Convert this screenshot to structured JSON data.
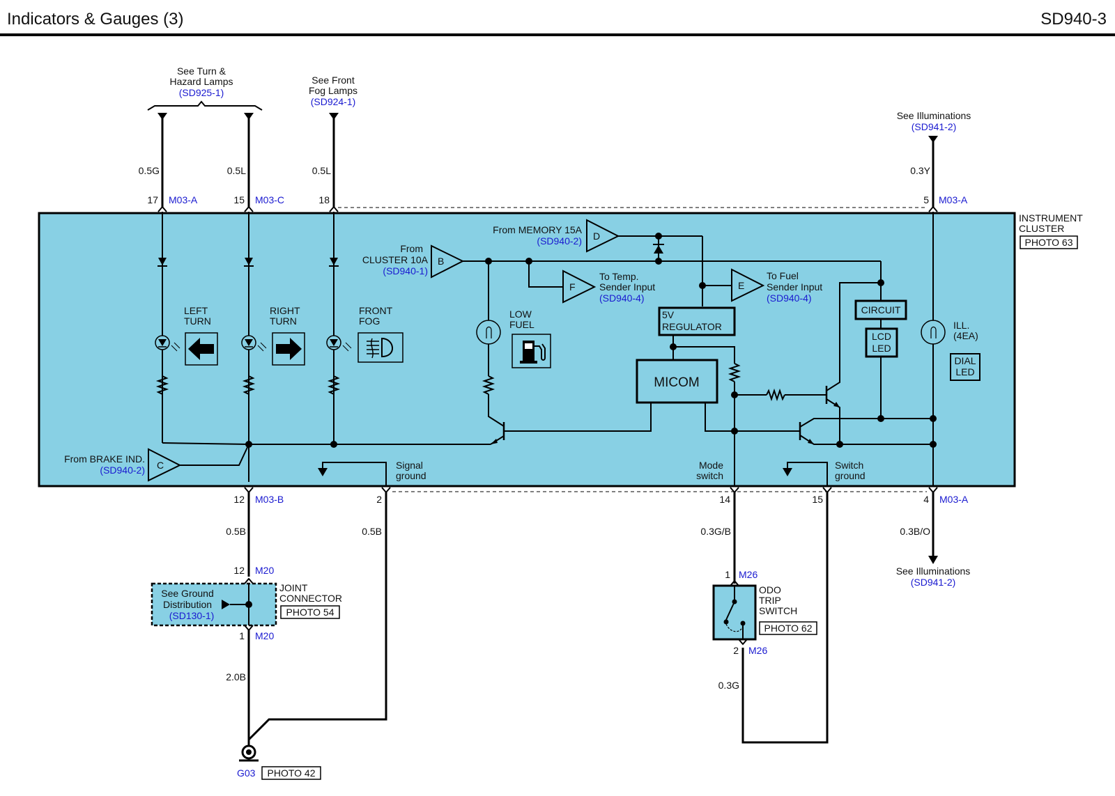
{
  "header": {
    "title": "Indicators & Gauges   (3)",
    "code": "SD940-3"
  },
  "colors": {
    "cluster_fill": "#88d0e4",
    "ref_text": "#1a1ad0",
    "line": "#000000"
  },
  "cluster": {
    "name_line1": "INSTRUMENT",
    "name_line2": "CLUSTER",
    "photo": "PHOTO 63"
  },
  "top_refs": {
    "turn": {
      "line1": "See Turn &",
      "line2": "Hazard Lamps",
      "ref": "(SD925-1)"
    },
    "fog": {
      "line1": "See Front",
      "line2": "Fog Lamps",
      "ref": "(SD924-1)"
    },
    "illum_top": {
      "line1": "See Illuminations",
      "ref": "(SD941-2)"
    }
  },
  "top_wires": [
    {
      "color": "0.5G",
      "pin": "17",
      "connector": "M03-A"
    },
    {
      "color": "0.5L",
      "pin": "15",
      "connector": "M03-C"
    },
    {
      "color": "0.5L",
      "pin": "18",
      "connector": ""
    },
    {
      "color": "0.3Y",
      "pin": "5",
      "connector": "M03-A"
    }
  ],
  "inputs": {
    "b": {
      "letter": "B",
      "line1": "From",
      "line2": "CLUSTER 10A",
      "ref": "(SD940-1)"
    },
    "d": {
      "letter": "D",
      "line1": "From MEMORY 15A",
      "ref": "(SD940-2)"
    },
    "f": {
      "letter": "F",
      "line1": "To Temp.",
      "line2": "Sender Input",
      "ref": "(SD940-4)"
    },
    "e": {
      "letter": "E",
      "line1": "To Fuel",
      "line2": "Sender Input",
      "ref": "(SD940-4)"
    },
    "c": {
      "letter": "C",
      "line1": "From BRAKE IND.",
      "ref": "(SD940-2)"
    }
  },
  "indicators": {
    "left": {
      "line1": "LEFT",
      "line2": "TURN"
    },
    "right": {
      "line1": "RIGHT",
      "line2": "TURN"
    },
    "fog": {
      "line1": "FRONT",
      "line2": "FOG"
    },
    "fuel": {
      "line1": "LOW",
      "line2": "FUEL"
    },
    "ill": {
      "line1": "ILL.",
      "line2": "(4EA)"
    },
    "dial": {
      "line1": "DIAL",
      "line2": "LED"
    }
  },
  "blocks": {
    "regulator": {
      "line1": "5V",
      "line2": "REGULATOR"
    },
    "micom": "MICOM",
    "circuit": "CIRCUIT",
    "lcd": {
      "line1": "LCD",
      "line2": "LED"
    }
  },
  "grounds": {
    "signal": {
      "line1": "Signal",
      "line2": "ground"
    },
    "mode": {
      "line1": "Mode",
      "line2": "switch"
    },
    "switch": {
      "line1": "Switch",
      "line2": "ground"
    }
  },
  "bottom_pins": [
    {
      "pin": "12",
      "connector": "M03-B",
      "color": "0.5B"
    },
    {
      "pin": "2",
      "connector": "",
      "color": "0.5B"
    },
    {
      "pin": "14",
      "connector": "",
      "color": "0.3G/B"
    },
    {
      "pin": "15",
      "connector": ""
    },
    {
      "pin": "4",
      "connector": "M03-A",
      "color": "0.3B/O"
    }
  ],
  "joint": {
    "top_pin": "12",
    "top_conn": "M20",
    "bottom_pin": "1",
    "bottom_conn": "M20",
    "line1": "See Ground",
    "line2": "Distribution",
    "ref": "(SD130-1)",
    "name_line1": "JOINT",
    "name_line2": "CONNECTOR",
    "photo": "PHOTO 54",
    "out_wire": "2.0B"
  },
  "ground_point": {
    "name": "G03",
    "photo": "PHOTO 42"
  },
  "odo": {
    "top_pin": "1",
    "top_conn": "M26",
    "bottom_pin": "2",
    "bottom_conn": "M26",
    "name_line1": "ODO",
    "name_line2": "TRIP",
    "name_line3": "SWITCH",
    "photo": "PHOTO 62",
    "out_wire": "0.3G"
  },
  "illum_bottom": {
    "line1": "See Illuminations",
    "ref": "(SD941-2)"
  }
}
